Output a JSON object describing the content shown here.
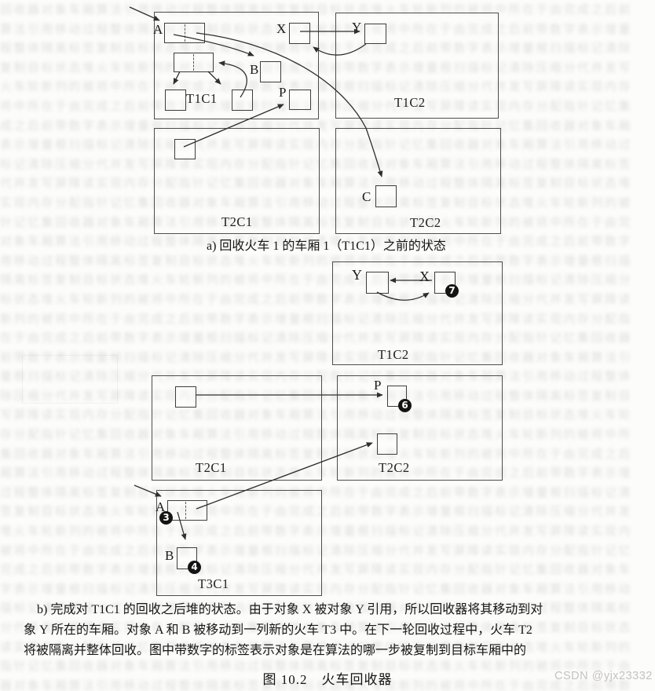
{
  "figure": {
    "caption": "图 10.2　火车回收器",
    "watermark": "CSDN @yjx23332"
  },
  "section_a": {
    "caption": "a) 回收火车 1 的车厢 1（T1C1）之前的状态",
    "carriages": [
      {
        "label": "T1C1"
      },
      {
        "label": "T1C2"
      },
      {
        "label": "T2C1"
      },
      {
        "label": "T2C2"
      }
    ],
    "objects": [
      {
        "label": "A"
      },
      {
        "label": "X"
      },
      {
        "label": "B"
      },
      {
        "label": "P"
      },
      {
        "label": "Y"
      },
      {
        "label": "C"
      }
    ]
  },
  "section_b": {
    "caption_lines": [
      "b) 完成对 T1C1 的回收之后堆的状态。由于对象 X 被对象 Y 引用，所以回收器将其移动到对",
      "象 Y 所在的车厢。对象 A 和 B 被移动到一列新的火车 T3 中。在下一轮回收过程中，火车 T2",
      "将被隔离并整体回收。图中带数字的标签表示对象是在算法的哪一步被复制到目标车厢中的"
    ],
    "carriages": [
      {
        "label": "T1C2"
      },
      {
        "label": "T2C1"
      },
      {
        "label": "T2C2"
      },
      {
        "label": "T3C1"
      }
    ],
    "objects": [
      {
        "label": "Y"
      },
      {
        "label": "X"
      },
      {
        "label": "P"
      },
      {
        "label": "A"
      },
      {
        "label": "B"
      }
    ],
    "badges": [
      {
        "value": "7"
      },
      {
        "value": "6"
      },
      {
        "value": "3"
      },
      {
        "value": "4"
      }
    ]
  },
  "colors": {
    "diagram_line": "#2f2f2f",
    "badge_background": "#141414",
    "badge_text": "#ffffff",
    "watermark_text": "#c6c2c2"
  }
}
